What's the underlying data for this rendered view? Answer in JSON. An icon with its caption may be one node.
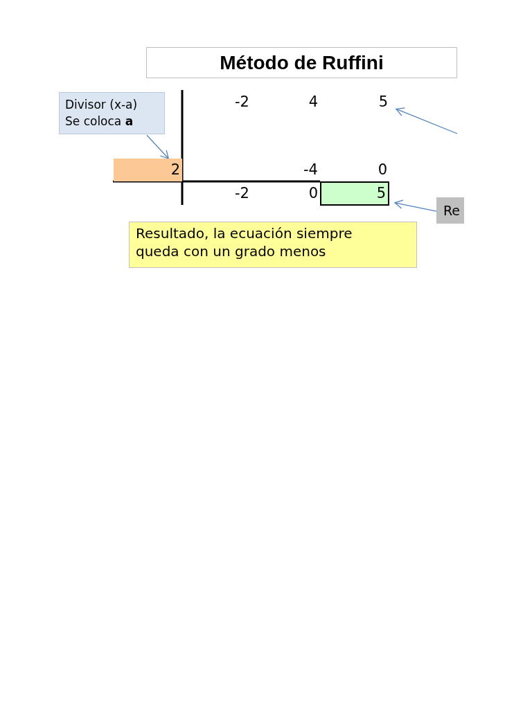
{
  "diagram": {
    "nodes": [
      {
        "text": [
          "Método de Ruffini"
        ]
      },
      {
        "text": [
          "Divisor (x-a) Se coloca **a**"
        ]
      },
      {
        "text": [
          "2"
        ]
      },
      {
        "text": [
          "5"
        ]
      },
      {
        "text": [
          "5"
        ]
      },
      {
        "text": [
          "Re"
        ]
      },
      {
        "text": [
          "Resultado, la ecuación siempre queda con un grado menos"
        ]
      }
    ],
    "edges": [
      {
        "from": 1,
        "to": 2,
        "arrow": "to"
      },
      {
        "from": null,
        "to": 3,
        "arrow": "to"
      },
      {
        "from": 5,
        "to": 4,
        "arrow": "to"
      }
    ],
    "labels": [
      "-2",
      "4",
      "-4",
      "0",
      "-2",
      "0"
    ]
  }
}
